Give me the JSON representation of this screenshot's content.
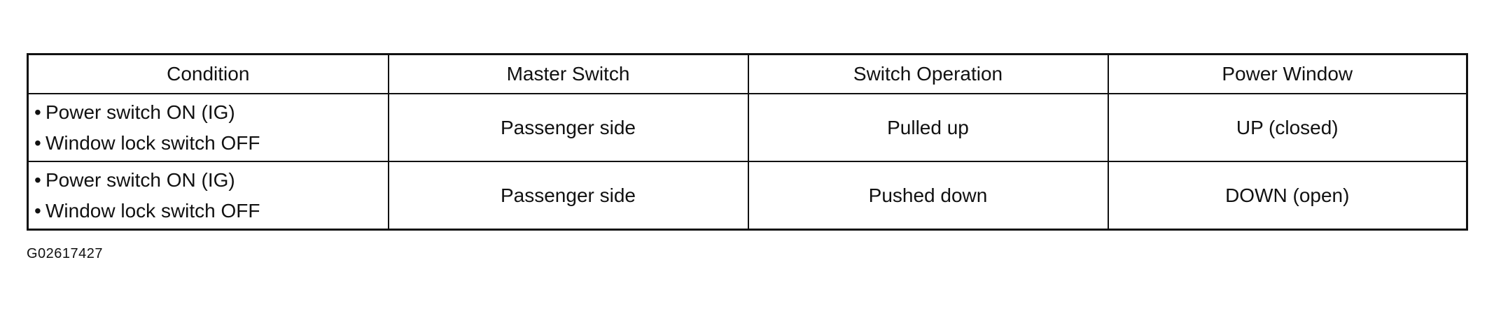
{
  "table": {
    "headers": [
      "Condition",
      "Master Switch",
      "Switch Operation",
      "Power Window"
    ],
    "rows": [
      {
        "condition": [
          "Power switch ON (IG)",
          "Window lock switch OFF"
        ],
        "master_switch": "Passenger side",
        "switch_operation": "Pulled up",
        "power_window": "UP (closed)"
      },
      {
        "condition": [
          "Power switch ON (IG)",
          "Window lock switch OFF"
        ],
        "master_switch": "Passenger side",
        "switch_operation": "Pushed down",
        "power_window": "DOWN (open)"
      }
    ]
  },
  "bullet_glyph": "•",
  "figure_code": "G02617427"
}
